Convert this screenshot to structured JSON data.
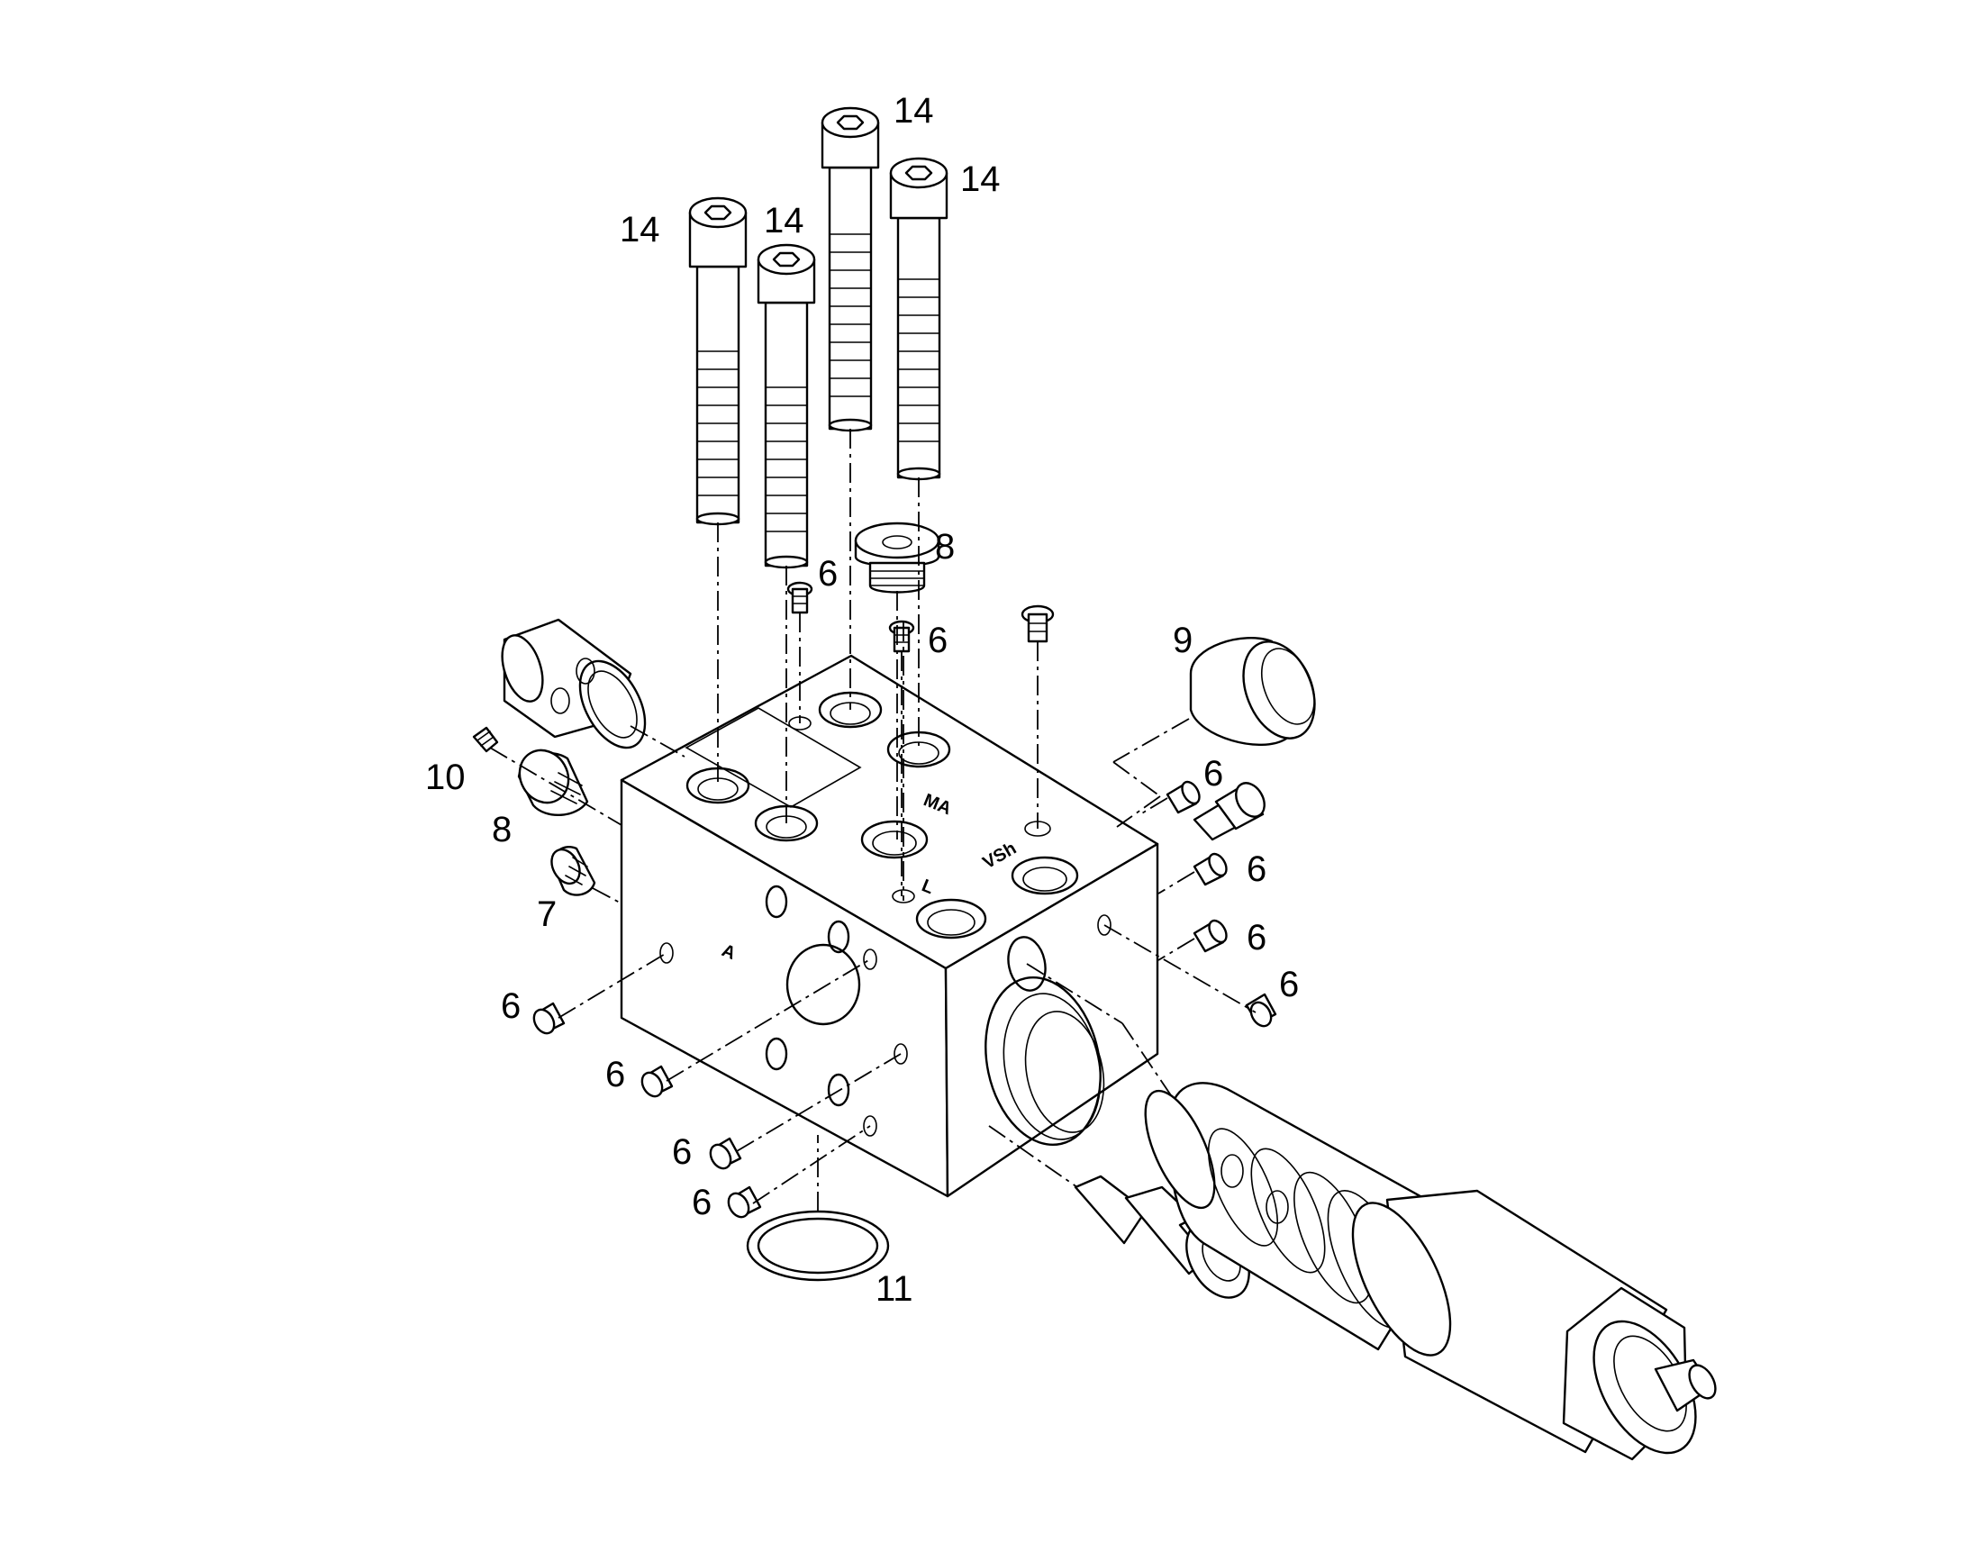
{
  "callouts": {
    "c14a": "14",
    "c14b": "14",
    "c14c": "14",
    "c14d": "14",
    "c8a": "8",
    "c8b": "8",
    "c6a": "6",
    "c6b": "6",
    "c6c": "6",
    "c6d": "6",
    "c6e": "6",
    "c6f": "6",
    "c6g": "6",
    "c6h": "6",
    "c6i": "6",
    "c6j": "6",
    "c9": "9",
    "c10": "10",
    "c7": "7",
    "c11": "11"
  },
  "port_marks": {
    "ma": "MA",
    "vsh": "VSh",
    "l": "L",
    "a": "A"
  }
}
